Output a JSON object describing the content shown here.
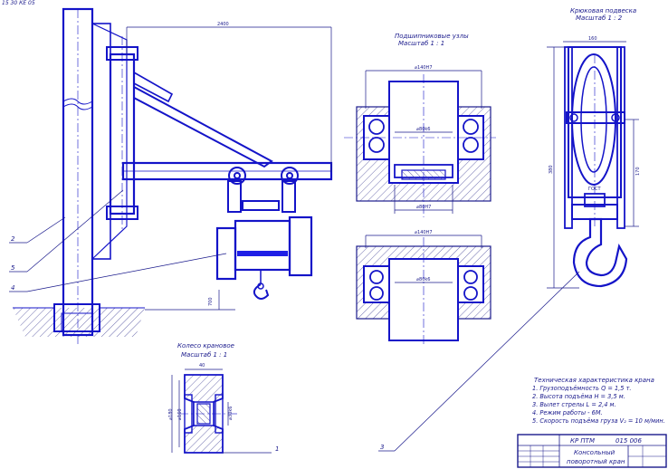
{
  "colors": {
    "outline": "#1414c8",
    "thin": "#1a1a8c",
    "hatch": "#4a4a9a",
    "paper": "#ffffff",
    "fill_blue": "#1e1ee6"
  },
  "corner_text": "15 30   КЕ 05",
  "views": {
    "bearing_title": "Подшипниковые узлы",
    "bearing_scale": "Масштаб  1 : 1",
    "pulley_title": "Крюковая подвеска",
    "pulley_scale": "Масштаб  1 : 2",
    "wheel_title": "Колесо крановое",
    "wheel_scale": "Масштаб  1 : 1"
  },
  "dimensions": {
    "jib_length": "2400",
    "trolley_drop": "700",
    "bearing_top_outer": "⌀140Н7",
    "bearing_top_bore": "⌀80k6",
    "bearing_top_lower": "⌀80Н7",
    "bearing_bottom_outer": "⌀140Н7",
    "bearing_bottom_bore": "⌀80k6",
    "pulley_width": "160",
    "pulley_height": "380",
    "pulley_inner": "170",
    "hook_label": "ГОСТ",
    "wheel_width": "40",
    "wheel_d1": "⌀180",
    "wheel_d2": "⌀160",
    "wheel_d3": "⌀30k6"
  },
  "callouts": {
    "c1": "1",
    "c2": "2",
    "c3": "3",
    "c4": "4",
    "c5": "5"
  },
  "specs": {
    "title": "Техническая характеристика крана",
    "items": [
      "1. Грузоподъёмность  Q = 1,5 т.",
      "2. Высота подъёма  Н = 3,5 м.",
      "3. Вылет стрелы  L = 2,4 м.",
      "4. Режим работы - 6М.",
      "5. Скорость подъёма груза  V₂ = 10 м/мин."
    ]
  },
  "title_block": {
    "code_left": "КР ПТМ",
    "code_right": "015  006",
    "name_line1": "Консольный",
    "name_line2": "поворотный кран"
  }
}
